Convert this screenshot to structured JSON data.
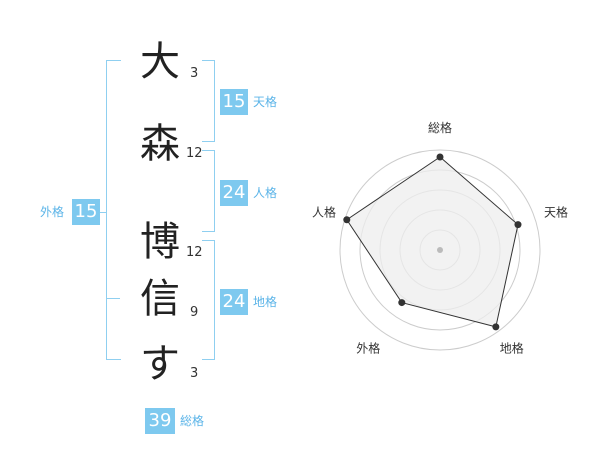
{
  "name": {
    "characters": [
      {
        "char": "大",
        "strokes": "3"
      },
      {
        "char": "森",
        "strokes": "12"
      },
      {
        "char": "博",
        "strokes": "12"
      },
      {
        "char": "信",
        "strokes": "9"
      },
      {
        "char": "す",
        "strokes": "3"
      }
    ]
  },
  "fortune": {
    "tenkaku": {
      "value": "15",
      "label": "天格"
    },
    "jinkaku": {
      "value": "24",
      "label": "人格"
    },
    "chikaku": {
      "value": "24",
      "label": "地格"
    },
    "gaikaku": {
      "value": "15",
      "label": "外格"
    },
    "soukaku": {
      "value": "39",
      "label": "総格"
    }
  },
  "colors": {
    "bracket": "#8fcff0",
    "badge": "#7ec9ef",
    "label": "#5bb4e8",
    "radar_fill": "#eeeeee",
    "radar_line": "#333333",
    "grid": "#cccccc"
  },
  "chart_data": {
    "type": "radar",
    "axes": [
      "総格",
      "天格",
      "地格",
      "外格",
      "人格"
    ],
    "values": [
      0.93,
      0.82,
      0.95,
      0.65,
      0.98
    ],
    "max": 1,
    "rings": 5,
    "grid": true
  }
}
